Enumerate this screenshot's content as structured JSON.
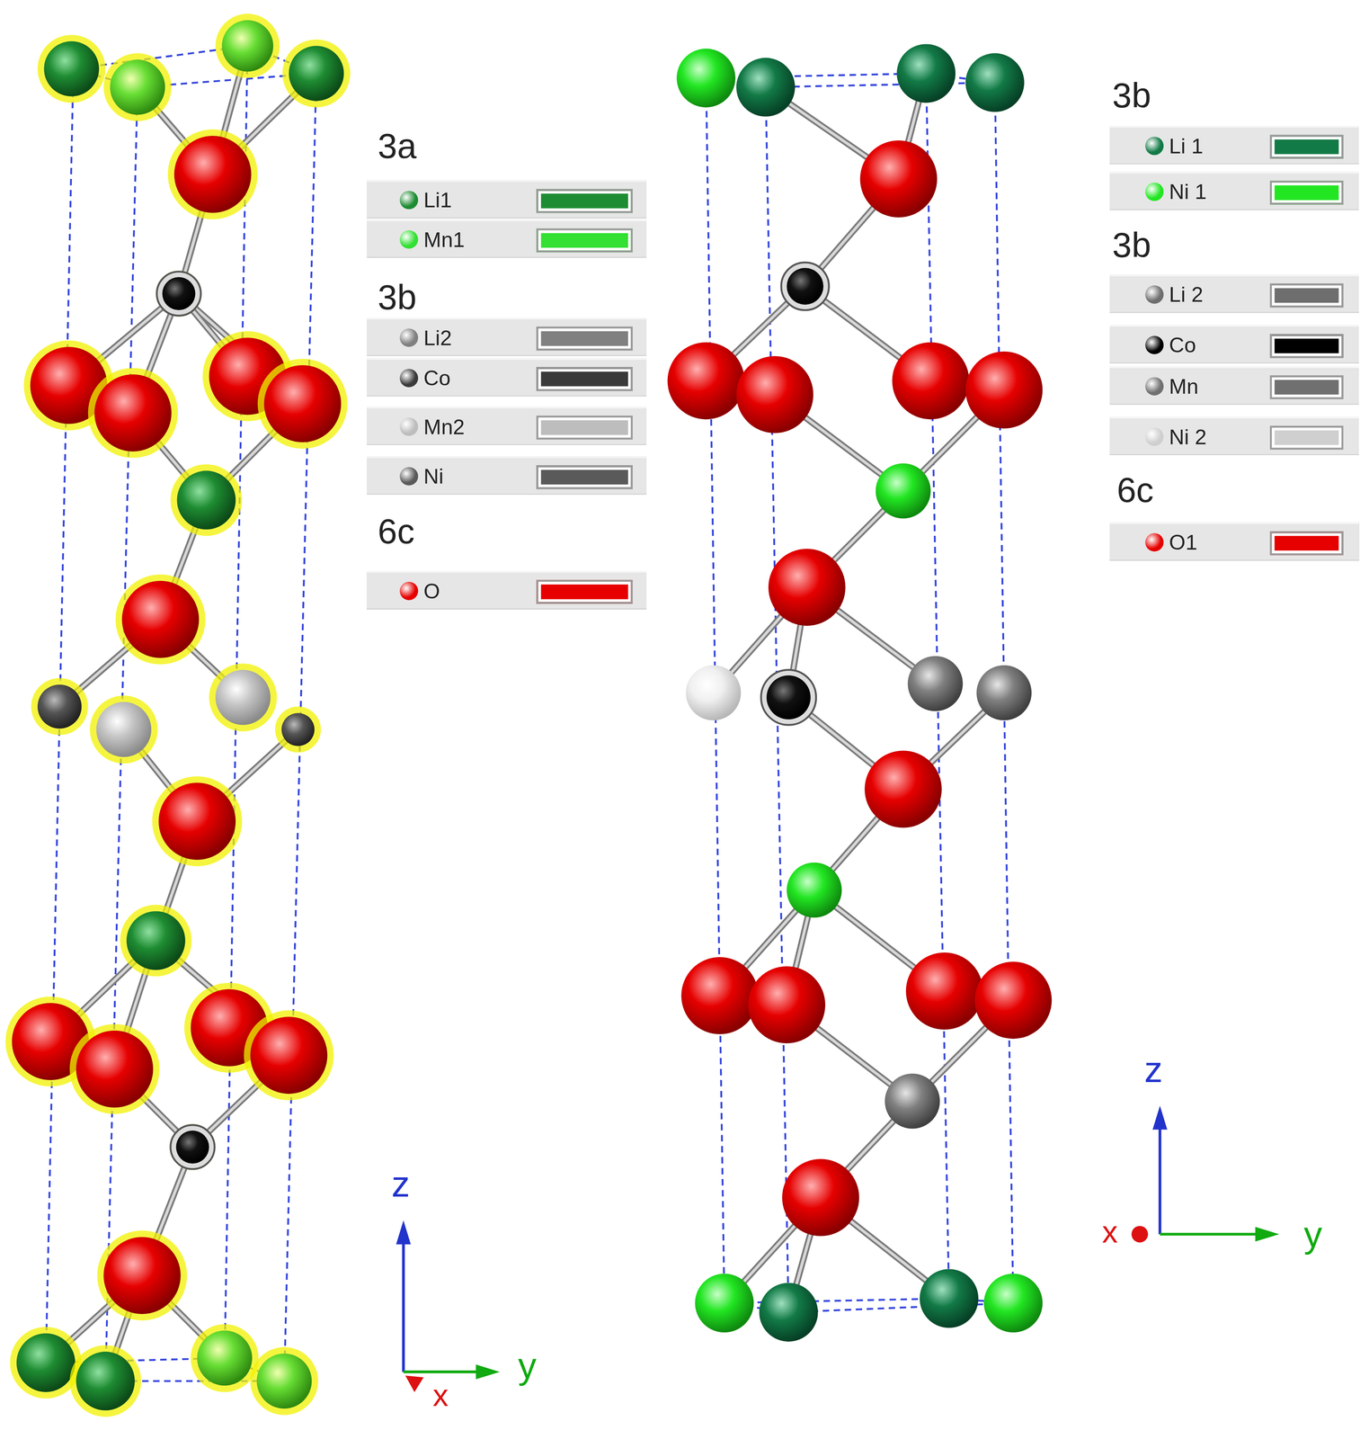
{
  "diagram": {
    "labels": [
      "3a",
      "3b",
      "6c",
      "z",
      "y",
      "x",
      "3b",
      "3b",
      "6c",
      "z",
      "x",
      "y"
    ],
    "legend": [
      {
        "text": "Li1",
        "color": "#1e8c32"
      },
      {
        "text": "Mn1",
        "color": "#33e033"
      },
      {
        "text": "Li2",
        "color": "#808080"
      },
      {
        "text": "Co",
        "color": "#3a3a3a"
      },
      {
        "text": "Mn2",
        "color": "#bdbdbd"
      },
      {
        "text": "Ni",
        "color": "#5a5a5a"
      },
      {
        "text": "O",
        "color": "#e60000"
      },
      {
        "text": "Li 1",
        "color": "#127a46"
      },
      {
        "text": "Ni 1",
        "color": "#22e622"
      },
      {
        "text": "Li 2",
        "color": "#6e6e6e"
      },
      {
        "text": "Co",
        "color": "#000000"
      },
      {
        "text": "Mn",
        "color": "#707070"
      },
      {
        "text": "Ni 2",
        "color": "#cfcfcf"
      },
      {
        "text": "O1",
        "color": "#e60000"
      }
    ]
  }
}
